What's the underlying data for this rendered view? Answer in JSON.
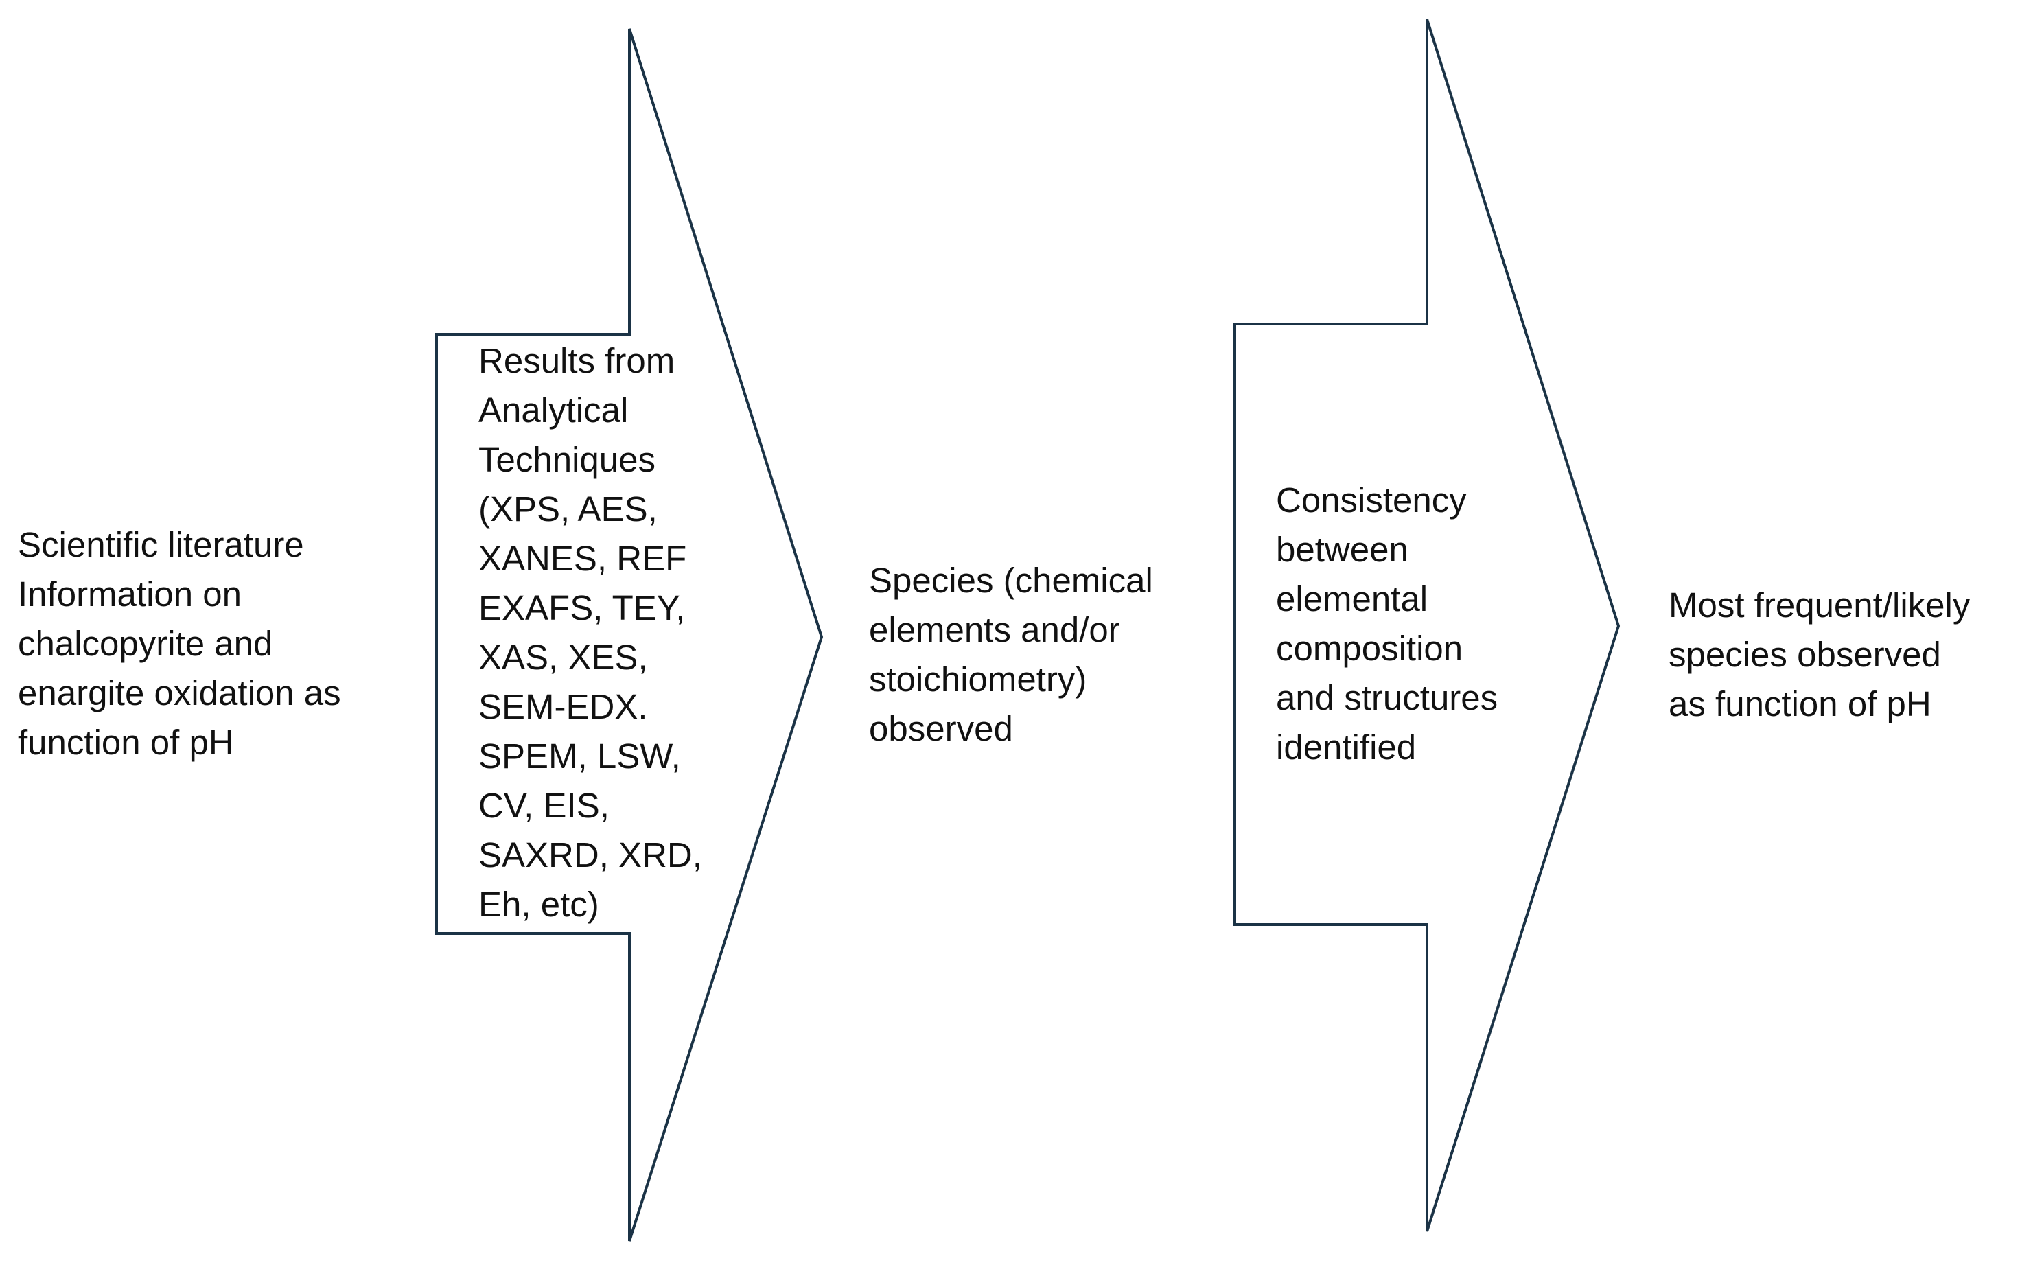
{
  "diagram": {
    "stroke_color": "#1b3346",
    "text_color": "#111111",
    "background_color": "#ffffff",
    "source_text": {
      "lines": [
        "Scientific literature",
        "Information on",
        "chalcopyrite and",
        "enargite oxidation as",
        "function of pH"
      ]
    },
    "arrow_1": {
      "lines": [
        "Results from",
        "Analytical",
        "Techniques",
        "(XPS, AES,",
        "XANES, REF",
        "EXAFS, TEY,",
        "XAS, XES,",
        "SEM-EDX.",
        "SPEM, LSW,",
        "CV, EIS,",
        "SAXRD, XRD,",
        "Eh, etc)"
      ]
    },
    "intermediate_text": {
      "lines": [
        "Species (chemical",
        "elements and/or",
        "stoichiometry)",
        "observed"
      ]
    },
    "arrow_2": {
      "lines": [
        "Consistency",
        "between",
        "elemental",
        "composition",
        "and structures",
        "identified"
      ]
    },
    "outcome_text": {
      "lines": [
        "Most frequent/likely",
        "species observed",
        "as function of pH"
      ]
    }
  }
}
